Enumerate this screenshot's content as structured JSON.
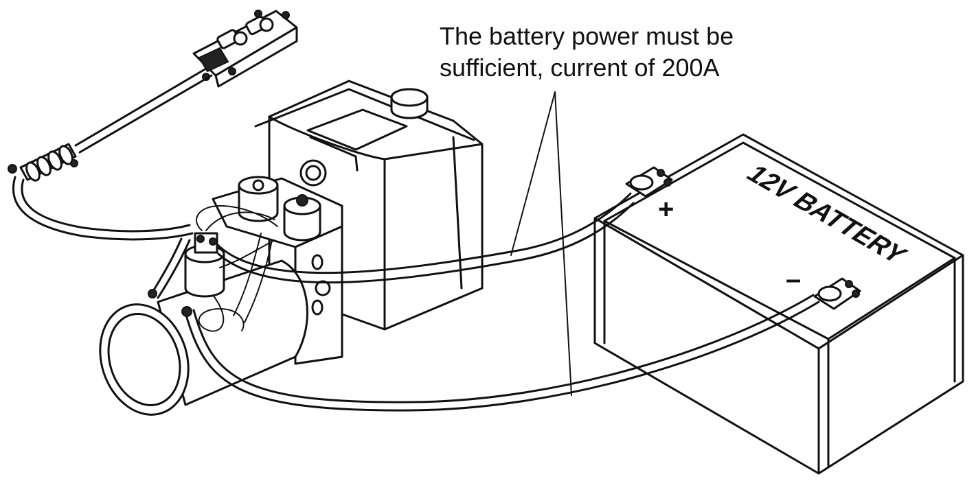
{
  "callout": {
    "line1": "The battery power must be",
    "line2": "sufficient, current of 200A"
  },
  "battery": {
    "label": "12V BATTERY",
    "positive_symbol": "+",
    "negative_symbol": "–"
  },
  "colors": {
    "ink": "#111111",
    "background": "#ffffff"
  }
}
